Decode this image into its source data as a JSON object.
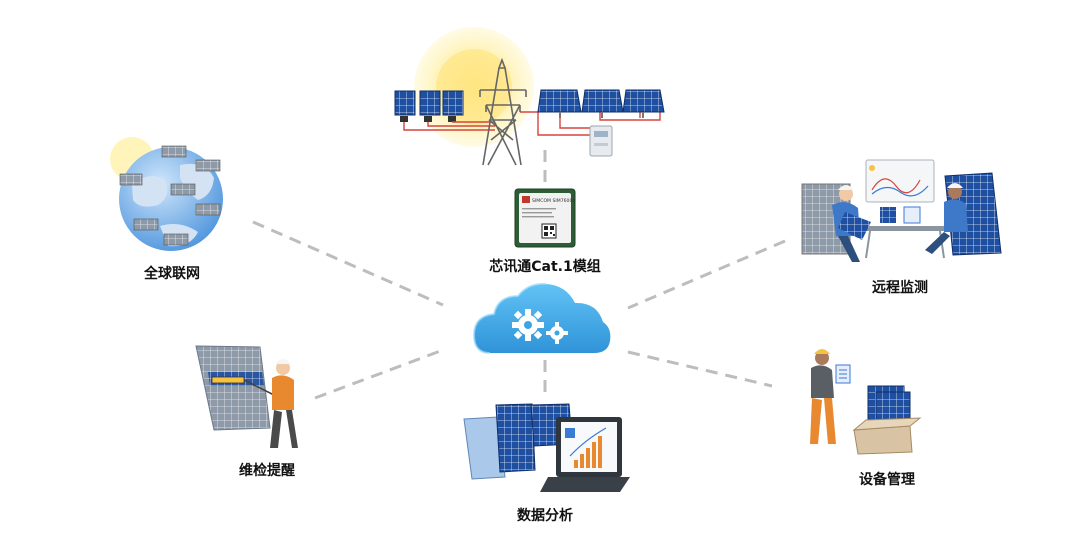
{
  "center": {
    "icon": "cloud-gear-icon"
  },
  "module": {
    "label": "芯讯通Cat.1模组",
    "chip_model": "SIMCOM SIM7600X",
    "icon": "cellular-module-icon"
  },
  "nodes": {
    "global": {
      "label": "全球联网",
      "icon": "globe-solar-icon"
    },
    "remote": {
      "label": "远程监测",
      "icon": "monitoring-workers-icon"
    },
    "maintenance": {
      "label": "维检提醒",
      "icon": "panel-cleaning-worker-icon"
    },
    "device": {
      "label": "设备管理",
      "icon": "inventory-worker-icon"
    },
    "analysis": {
      "label": "数据分析",
      "icon": "laptop-chart-icon"
    }
  },
  "top": {
    "icon": "solar-grid-tower-icon"
  },
  "colors": {
    "connector": "#bdbdbd",
    "cloud": "#3aa6e6",
    "panel": "#1f4fa0",
    "sun": "#fff1a8",
    "wire": "#d6453c"
  }
}
